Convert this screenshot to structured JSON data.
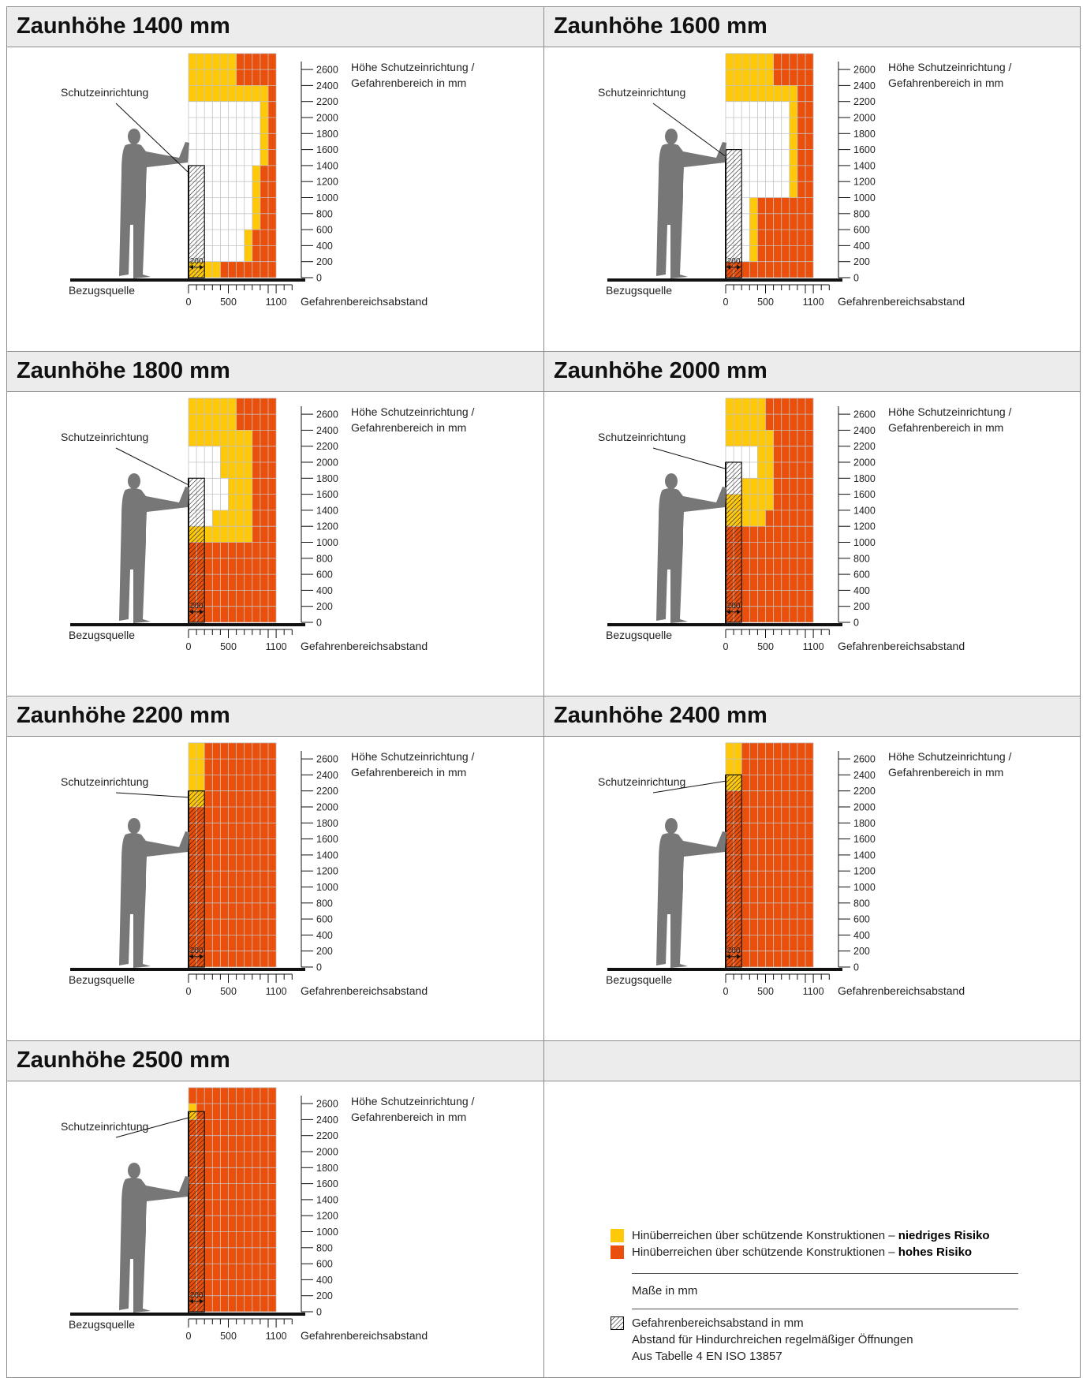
{
  "diagrams": [
    {
      "title": "Zaunhöhe 1400 mm",
      "fence_mm": 1400,
      "high_risk_rows": [
        [
          600,
          1100
        ],
        [
          600,
          1100
        ],
        [
          1000,
          1100
        ],
        [
          1000,
          1100
        ],
        [
          1000,
          1100
        ],
        [
          1000,
          1100
        ],
        [
          1000,
          1100
        ],
        [
          900,
          1100
        ],
        [
          900,
          1100
        ],
        [
          900,
          1100
        ],
        [
          900,
          1100
        ],
        [
          800,
          1100
        ],
        [
          800,
          1100
        ],
        [
          400,
          1100
        ]
      ],
      "low_risk_rows": [
        [
          0,
          600
        ],
        [
          0,
          600
        ],
        [
          0,
          1000
        ],
        [
          900,
          1000
        ],
        [
          900,
          1000
        ],
        [
          900,
          1000
        ],
        [
          900,
          1000
        ],
        [
          800,
          900
        ],
        [
          800,
          900
        ],
        [
          800,
          900
        ],
        [
          800,
          900
        ],
        [
          700,
          800
        ],
        [
          700,
          800
        ],
        [
          0,
          400
        ]
      ]
    },
    {
      "title": "Zaunhöhe 1600 mm",
      "fence_mm": 1600,
      "high_risk_rows": [
        [
          600,
          1100
        ],
        [
          600,
          1100
        ],
        [
          900,
          1100
        ],
        [
          900,
          1100
        ],
        [
          900,
          1100
        ],
        [
          900,
          1100
        ],
        [
          900,
          1100
        ],
        [
          900,
          1100
        ],
        [
          900,
          1100
        ],
        [
          400,
          1100
        ],
        [
          400,
          1100
        ],
        [
          400,
          1100
        ],
        [
          400,
          1100
        ],
        [
          0,
          1100
        ]
      ],
      "low_risk_rows": [
        [
          0,
          600
        ],
        [
          0,
          600
        ],
        [
          0,
          900
        ],
        [
          800,
          900
        ],
        [
          800,
          900
        ],
        [
          800,
          900
        ],
        [
          800,
          900
        ],
        [
          800,
          900
        ],
        [
          800,
          900
        ],
        [
          300,
          400
        ],
        [
          300,
          400
        ],
        [
          300,
          400
        ],
        [
          300,
          400
        ],
        [
          0,
          0
        ]
      ]
    },
    {
      "title": "Zaunhöhe 1800 mm",
      "fence_mm": 1800,
      "high_risk_rows": [
        [
          600,
          1100
        ],
        [
          600,
          1100
        ],
        [
          800,
          1100
        ],
        [
          800,
          1100
        ],
        [
          800,
          1100
        ],
        [
          800,
          1100
        ],
        [
          800,
          1100
        ],
        [
          800,
          1100
        ],
        [
          800,
          1100
        ],
        [
          0,
          1100
        ],
        [
          0,
          1100
        ],
        [
          0,
          1100
        ],
        [
          0,
          1100
        ],
        [
          0,
          1100
        ]
      ],
      "low_risk_rows": [
        [
          0,
          600
        ],
        [
          0,
          600
        ],
        [
          0,
          800
        ],
        [
          400,
          800
        ],
        [
          400,
          800
        ],
        [
          500,
          800
        ],
        [
          500,
          800
        ],
        [
          300,
          800
        ],
        [
          0,
          800
        ],
        [
          0,
          0
        ],
        [
          0,
          0
        ],
        [
          0,
          0
        ],
        [
          0,
          0
        ],
        [
          0,
          0
        ]
      ]
    },
    {
      "title": "Zaunhöhe 2000 mm",
      "fence_mm": 2000,
      "high_risk_rows": [
        [
          500,
          1100
        ],
        [
          500,
          1100
        ],
        [
          600,
          1100
        ],
        [
          600,
          1100
        ],
        [
          600,
          1100
        ],
        [
          600,
          1100
        ],
        [
          600,
          1100
        ],
        [
          500,
          1100
        ],
        [
          0,
          1100
        ],
        [
          0,
          1100
        ],
        [
          0,
          1100
        ],
        [
          0,
          1100
        ],
        [
          0,
          1100
        ],
        [
          0,
          1100
        ]
      ],
      "low_risk_rows": [
        [
          0,
          500
        ],
        [
          0,
          500
        ],
        [
          0,
          600
        ],
        [
          400,
          600
        ],
        [
          400,
          600
        ],
        [
          200,
          600
        ],
        [
          0,
          600
        ],
        [
          0,
          500
        ],
        [
          0,
          0
        ],
        [
          0,
          0
        ],
        [
          0,
          0
        ],
        [
          0,
          0
        ],
        [
          0,
          0
        ],
        [
          0,
          0
        ]
      ]
    },
    {
      "title": "Zaunhöhe 2200 mm",
      "fence_mm": 2200,
      "high_risk_rows": [
        [
          200,
          1100
        ],
        [
          200,
          1100
        ],
        [
          200,
          1100
        ],
        [
          200,
          1100
        ],
        [
          0,
          1100
        ],
        [
          0,
          1100
        ],
        [
          0,
          1100
        ],
        [
          0,
          1100
        ],
        [
          0,
          1100
        ],
        [
          0,
          1100
        ],
        [
          0,
          1100
        ],
        [
          0,
          1100
        ],
        [
          0,
          1100
        ],
        [
          0,
          1100
        ]
      ],
      "low_risk_rows": [
        [
          0,
          200
        ],
        [
          0,
          200
        ],
        [
          0,
          200
        ],
        [
          0,
          200
        ],
        [
          0,
          0
        ],
        [
          0,
          0
        ],
        [
          0,
          0
        ],
        [
          0,
          0
        ],
        [
          0,
          0
        ],
        [
          0,
          0
        ],
        [
          0,
          0
        ],
        [
          0,
          0
        ],
        [
          0,
          0
        ],
        [
          0,
          0
        ]
      ]
    },
    {
      "title": "Zaunhöhe 2400 mm",
      "fence_mm": 2400,
      "high_risk_rows": [
        [
          200,
          1100
        ],
        [
          200,
          1100
        ],
        [
          200,
          1100
        ],
        [
          0,
          1100
        ],
        [
          0,
          1100
        ],
        [
          0,
          1100
        ],
        [
          0,
          1100
        ],
        [
          0,
          1100
        ],
        [
          0,
          1100
        ],
        [
          0,
          1100
        ],
        [
          0,
          1100
        ],
        [
          0,
          1100
        ],
        [
          0,
          1100
        ],
        [
          0,
          1100
        ]
      ],
      "low_risk_rows": [
        [
          0,
          200
        ],
        [
          0,
          200
        ],
        [
          0,
          200
        ],
        [
          0,
          0
        ],
        [
          0,
          0
        ],
        [
          0,
          0
        ],
        [
          0,
          0
        ],
        [
          0,
          0
        ],
        [
          0,
          0
        ],
        [
          0,
          0
        ],
        [
          0,
          0
        ],
        [
          0,
          0
        ],
        [
          0,
          0
        ],
        [
          0,
          0
        ]
      ]
    },
    {
      "title": "Zaunhöhe 2500 mm",
      "fence_mm": 2500,
      "high_risk_rows": [
        [
          0,
          1100
        ],
        [
          100,
          1100
        ],
        [
          0,
          1100
        ],
        [
          0,
          1100
        ],
        [
          0,
          1100
        ],
        [
          0,
          1100
        ],
        [
          0,
          1100
        ],
        [
          0,
          1100
        ],
        [
          0,
          1100
        ],
        [
          0,
          1100
        ],
        [
          0,
          1100
        ],
        [
          0,
          1100
        ],
        [
          0,
          1100
        ],
        [
          0,
          1100
        ]
      ],
      "low_risk_rows": [
        [
          0,
          0
        ],
        [
          0,
          100
        ],
        [
          0,
          0
        ],
        [
          0,
          0
        ],
        [
          0,
          0
        ],
        [
          0,
          0
        ],
        [
          0,
          0
        ],
        [
          0,
          0
        ],
        [
          0,
          0
        ],
        [
          0,
          0
        ],
        [
          0,
          0
        ],
        [
          0,
          0
        ],
        [
          0,
          0
        ],
        [
          0,
          0
        ]
      ]
    }
  ],
  "labels": {
    "guard": "Schutzeinrichtung",
    "reference": "Bezugsquelle",
    "y_axis_line1": "Höhe Schutzeinrichtung /",
    "y_axis_line2": "Gefahrenbereich in mm",
    "x_axis": "Gefahrenbereichsabstand",
    "arrow_value": "200"
  },
  "y_ticks": [
    2600,
    2400,
    2200,
    2000,
    1800,
    1600,
    1400,
    1200,
    1000,
    800,
    600,
    400,
    200,
    0
  ],
  "x_ticks": [
    0,
    500,
    1100
  ],
  "colors": {
    "low_risk": "#ffc808",
    "high_risk": "#ea4f0c",
    "person": "#777777",
    "header_bg": "#ececec"
  },
  "legend": {
    "low_risk_text": "Hinüberreichen über schützende Konstruktionen – ",
    "low_risk_bold": "niedriges Risiko",
    "high_risk_text": "Hinüberreichen über schützende Konstruktionen – ",
    "high_risk_bold": "hohes Risiko",
    "units": "Maße in mm",
    "hatch_line1": "Gefahrenbereichsabstand in mm",
    "hatch_line2": "Abstand für Hindurchreichen regelmäßiger Öffnungen",
    "hatch_line3": "Aus Tabelle 4 EN ISO 13857"
  }
}
